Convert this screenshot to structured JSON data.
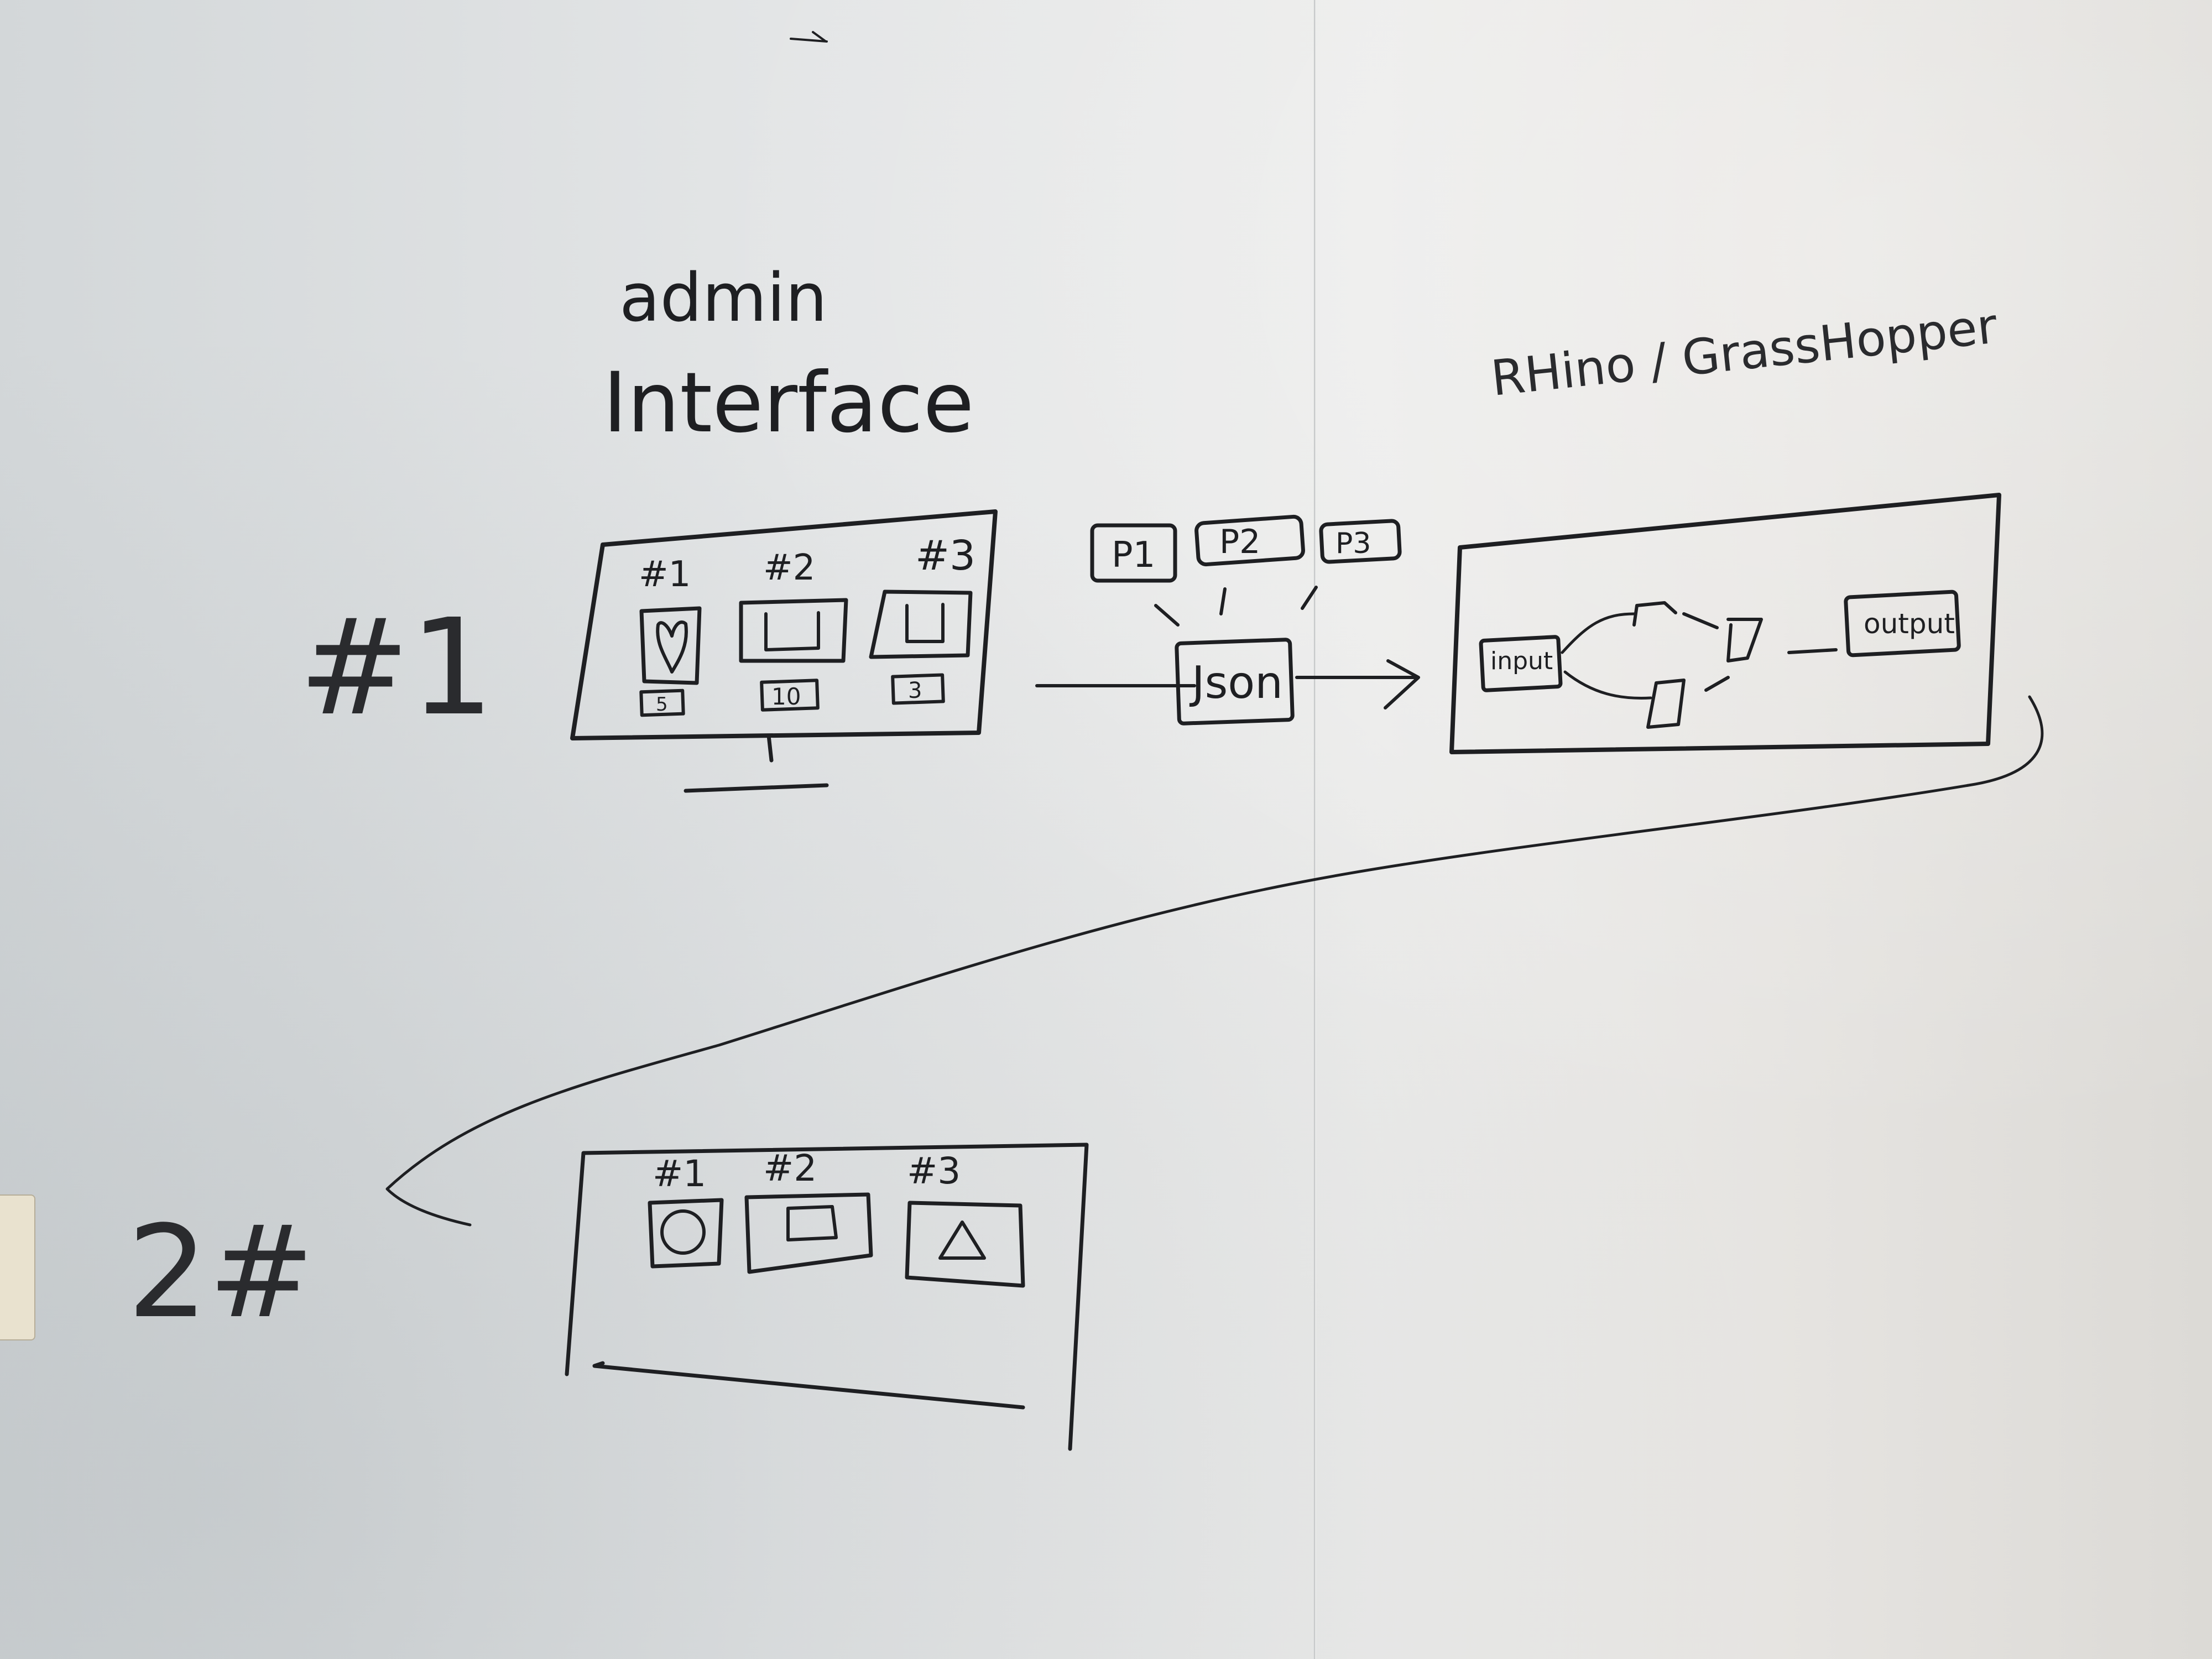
{
  "whiteboard": {
    "heading_line1": "admin",
    "heading_line2": "Interface",
    "right_heading": "RHino / GrassHopper",
    "step1_label": "#1",
    "step2_label": "2#",
    "screen1": {
      "slots": [
        {
          "label": "#1",
          "icon": "heart-icon",
          "badge": "5"
        },
        {
          "label": "#2",
          "icon": "square-icon",
          "badge": "10"
        },
        {
          "label": "#3",
          "icon": "square-icon",
          "badge": "3"
        }
      ]
    },
    "params": [
      "P1",
      "P2",
      "P3"
    ],
    "json_box": "Json",
    "rhino": {
      "input": "input",
      "output": "output"
    },
    "screen2": {
      "slots": [
        {
          "label": "#1",
          "icon": "circle-icon"
        },
        {
          "label": "#2",
          "icon": "rectangle-icon"
        },
        {
          "label": "#3",
          "icon": "triangle-icon"
        }
      ]
    }
  }
}
